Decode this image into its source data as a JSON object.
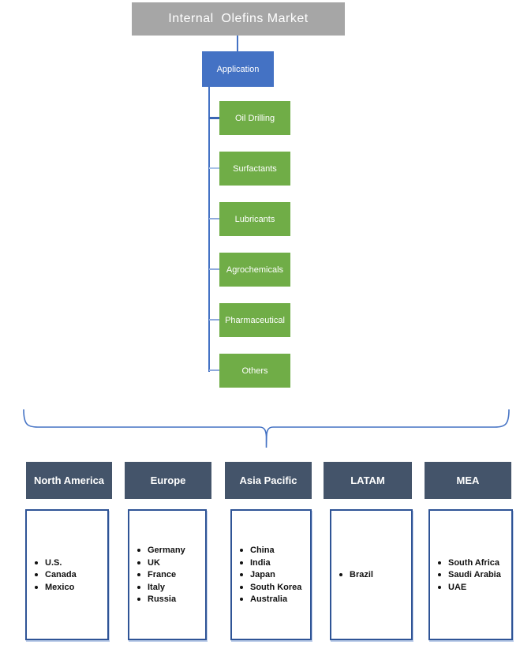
{
  "title": "Internal  Olefins Market",
  "root_node": {
    "label": "Application"
  },
  "segments": [
    "Oil Drilling",
    "Surfactants",
    "Lubricants",
    "Agrochemicals",
    "Pharmaceutical",
    "Others"
  ],
  "regions": [
    {
      "name": "North America",
      "countries": [
        "U.S.",
        "Canada",
        "Mexico"
      ]
    },
    {
      "name": "Europe",
      "countries": [
        "Germany",
        "UK",
        "France",
        "Italy",
        "Russia"
      ]
    },
    {
      "name": "Asia Pacific",
      "countries": [
        "China",
        "India",
        "Japan",
        "South Korea",
        "Australia"
      ]
    },
    {
      "name": "LATAM",
      "countries": [
        "Brazil"
      ]
    },
    {
      "name": "MEA",
      "countries": [
        "South Africa",
        "Saudi Arabia",
        "UAE"
      ]
    }
  ],
  "colors": {
    "title_gray": "#A6A6A6",
    "application_blue": "#4472C4",
    "segment_green": "#70AD47",
    "region_header_slate": "#44546A",
    "region_box_border": "#2F5496",
    "connector_blue": "#4472C4",
    "brace_blue": "#4472C4"
  }
}
